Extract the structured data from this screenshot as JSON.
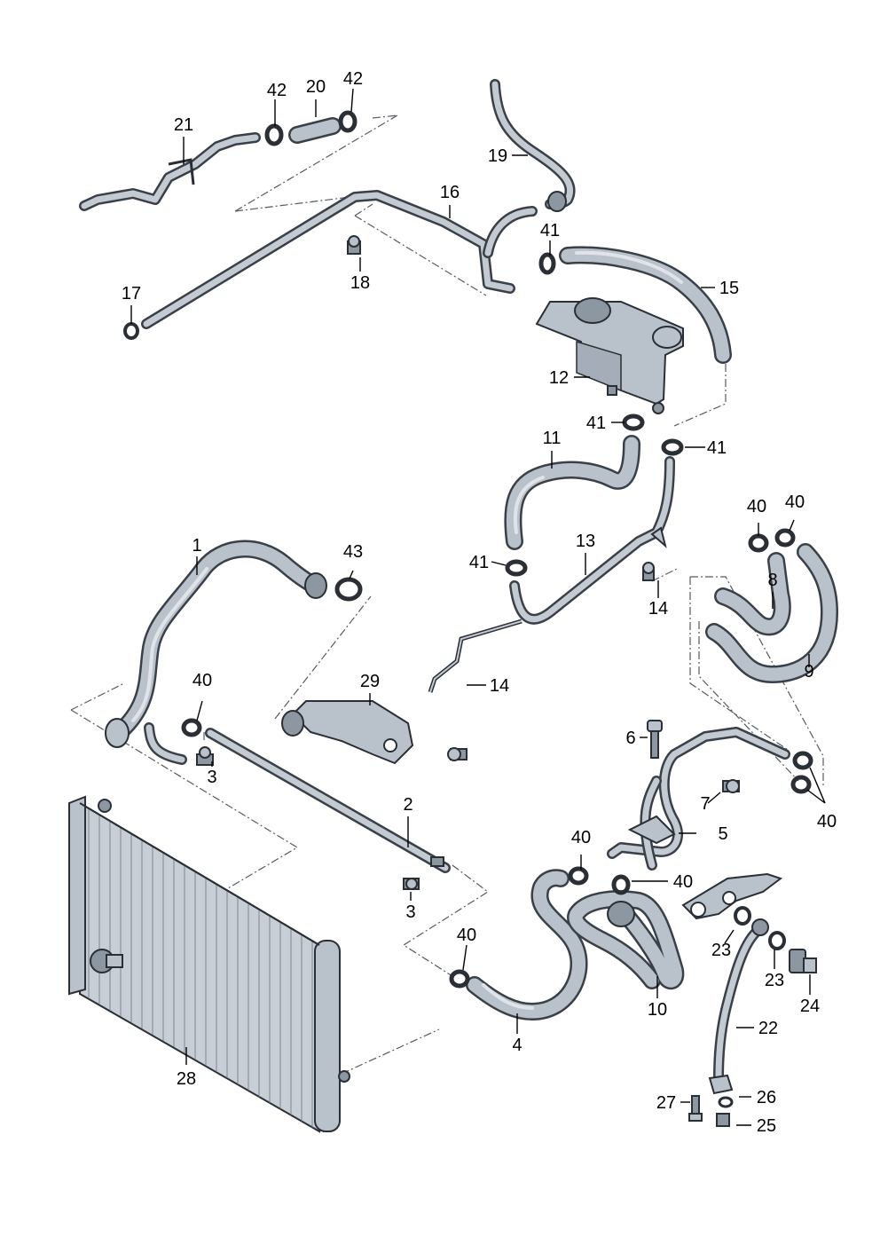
{
  "diagram": {
    "labels": [
      {
        "id": "l1",
        "text": "1"
      },
      {
        "id": "l2",
        "text": "2"
      },
      {
        "id": "l3a",
        "text": "3"
      },
      {
        "id": "l3b",
        "text": "3"
      },
      {
        "id": "l4",
        "text": "4"
      },
      {
        "id": "l5",
        "text": "5"
      },
      {
        "id": "l6",
        "text": "6"
      },
      {
        "id": "l7",
        "text": "7"
      },
      {
        "id": "l8",
        "text": "8"
      },
      {
        "id": "l9",
        "text": "9"
      },
      {
        "id": "l10",
        "text": "10"
      },
      {
        "id": "l11",
        "text": "11"
      },
      {
        "id": "l12",
        "text": "12"
      },
      {
        "id": "l13",
        "text": "13"
      },
      {
        "id": "l14a",
        "text": "14"
      },
      {
        "id": "l14b",
        "text": "14"
      },
      {
        "id": "l15",
        "text": "15"
      },
      {
        "id": "l16",
        "text": "16"
      },
      {
        "id": "l17",
        "text": "17"
      },
      {
        "id": "l18",
        "text": "18"
      },
      {
        "id": "l19",
        "text": "19"
      },
      {
        "id": "l20",
        "text": "20"
      },
      {
        "id": "l21",
        "text": "21"
      },
      {
        "id": "l22",
        "text": "22"
      },
      {
        "id": "l23a",
        "text": "23"
      },
      {
        "id": "l23b",
        "text": "23"
      },
      {
        "id": "l24",
        "text": "24"
      },
      {
        "id": "l25",
        "text": "25"
      },
      {
        "id": "l26",
        "text": "26"
      },
      {
        "id": "l27",
        "text": "27"
      },
      {
        "id": "l28",
        "text": "28"
      },
      {
        "id": "l29",
        "text": "29"
      },
      {
        "id": "l40a",
        "text": "40"
      },
      {
        "id": "l40b",
        "text": "40"
      },
      {
        "id": "l40c",
        "text": "40"
      },
      {
        "id": "l40d",
        "text": "40"
      },
      {
        "id": "l40e",
        "text": "40"
      },
      {
        "id": "l40f",
        "text": "40"
      },
      {
        "id": "l40g",
        "text": "40"
      },
      {
        "id": "l41a",
        "text": "41"
      },
      {
        "id": "l41b",
        "text": "41"
      },
      {
        "id": "l41c",
        "text": "41"
      },
      {
        "id": "l41d",
        "text": "41"
      },
      {
        "id": "l42a",
        "text": "42"
      },
      {
        "id": "l42b",
        "text": "42"
      },
      {
        "id": "l43",
        "text": "43"
      }
    ]
  }
}
